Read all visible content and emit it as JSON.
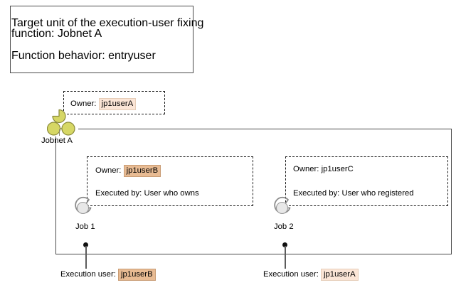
{
  "diagram": {
    "title_box": {
      "name": "description-box",
      "lines": [
        "Target unit of the execution-user fixing",
        "function: Jobnet A",
        "Function behavior: entryuser"
      ]
    },
    "jobnet": {
      "label": "Jobnet A",
      "icon": "jobnet-three-circles-icon",
      "icon_color": "#d6d765",
      "icon_stroke": "#8a8a3a",
      "owner_callout": {
        "prefix": "Owner:",
        "value": "jp1userA",
        "highlight": "light"
      }
    },
    "jobs": [
      {
        "label": "Job 1",
        "icon": "job-circle-icon",
        "owner_prefix": "Owner:",
        "owner_value": "jp1userB",
        "owner_highlight": "dark",
        "executed_by": "Executed by: User who owns"
      },
      {
        "label": "Job 2",
        "icon": "job-circle-icon",
        "owner_prefix": "Owner:",
        "owner_value": "jp1userC",
        "owner_highlight": "none",
        "executed_by": "Executed by: User who registered"
      }
    ],
    "execution_users": [
      {
        "prefix": "Execution user:",
        "value": "jp1userB",
        "highlight": "dark"
      },
      {
        "prefix": "Execution user:",
        "value": "jp1userA",
        "highlight": "light"
      }
    ],
    "colors": {
      "highlight_light": "#fbe5d6",
      "highlight_dark": "#e8bb93",
      "line": "#4a4a4a",
      "job_icon_fill": "#e8e8e8",
      "job_icon_stroke": "#8a8a8a"
    }
  }
}
